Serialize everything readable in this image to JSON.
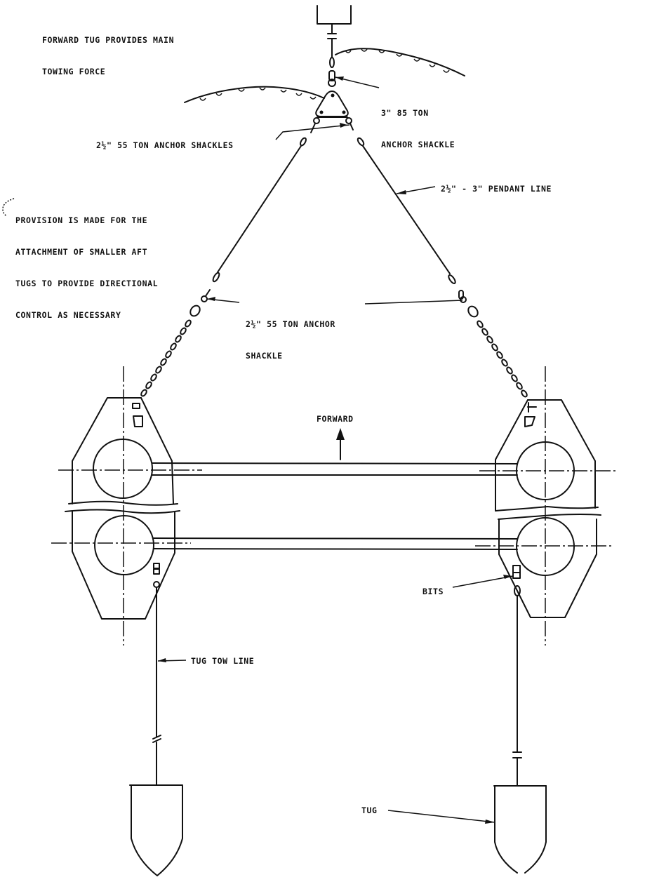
{
  "diagram": {
    "title_note": {
      "line1": "FORWARD TUG PROVIDES MAIN",
      "line2": "TOWING FORCE"
    },
    "labels": {
      "main_shackle": {
        "line1": "3\" 85 TON",
        "line2": "ANCHOR SHACKLE"
      },
      "plate_shackles": "2½\" 55 TON ANCHOR SHACKLES",
      "pendant_line": "2½\" - 3\" PENDANT LINE",
      "provision_note": {
        "line1": "PROVISION IS MADE FOR THE",
        "line2": "ATTACHMENT OF SMALLER AFT",
        "line3": "TUGS TO PROVIDE DIRECTIONAL",
        "line4": "CONTROL AS NECESSARY"
      },
      "chain_shackle": {
        "line1": "2½\" 55 TON ANCHOR",
        "line2": "SHACKLE"
      },
      "direction": "FORWARD",
      "bits": "BITS",
      "tug_tow_line": "TUG TOW LINE",
      "tug": "TUG"
    },
    "components": [
      "forward-tug",
      "main-tow-line",
      "3-inch-85-ton-anchor-shackle",
      "triangular-flounder-plate",
      "2.5-inch-55-ton-anchor-shackles",
      "pendant-lines",
      "chain-bridles",
      "pontoon-port",
      "pontoon-starboard",
      "cross-beams",
      "bits",
      "aft-tug-tow-lines",
      "aft-tugs"
    ],
    "colors": {
      "ink": "#111111",
      "paper": "#ffffff"
    }
  }
}
